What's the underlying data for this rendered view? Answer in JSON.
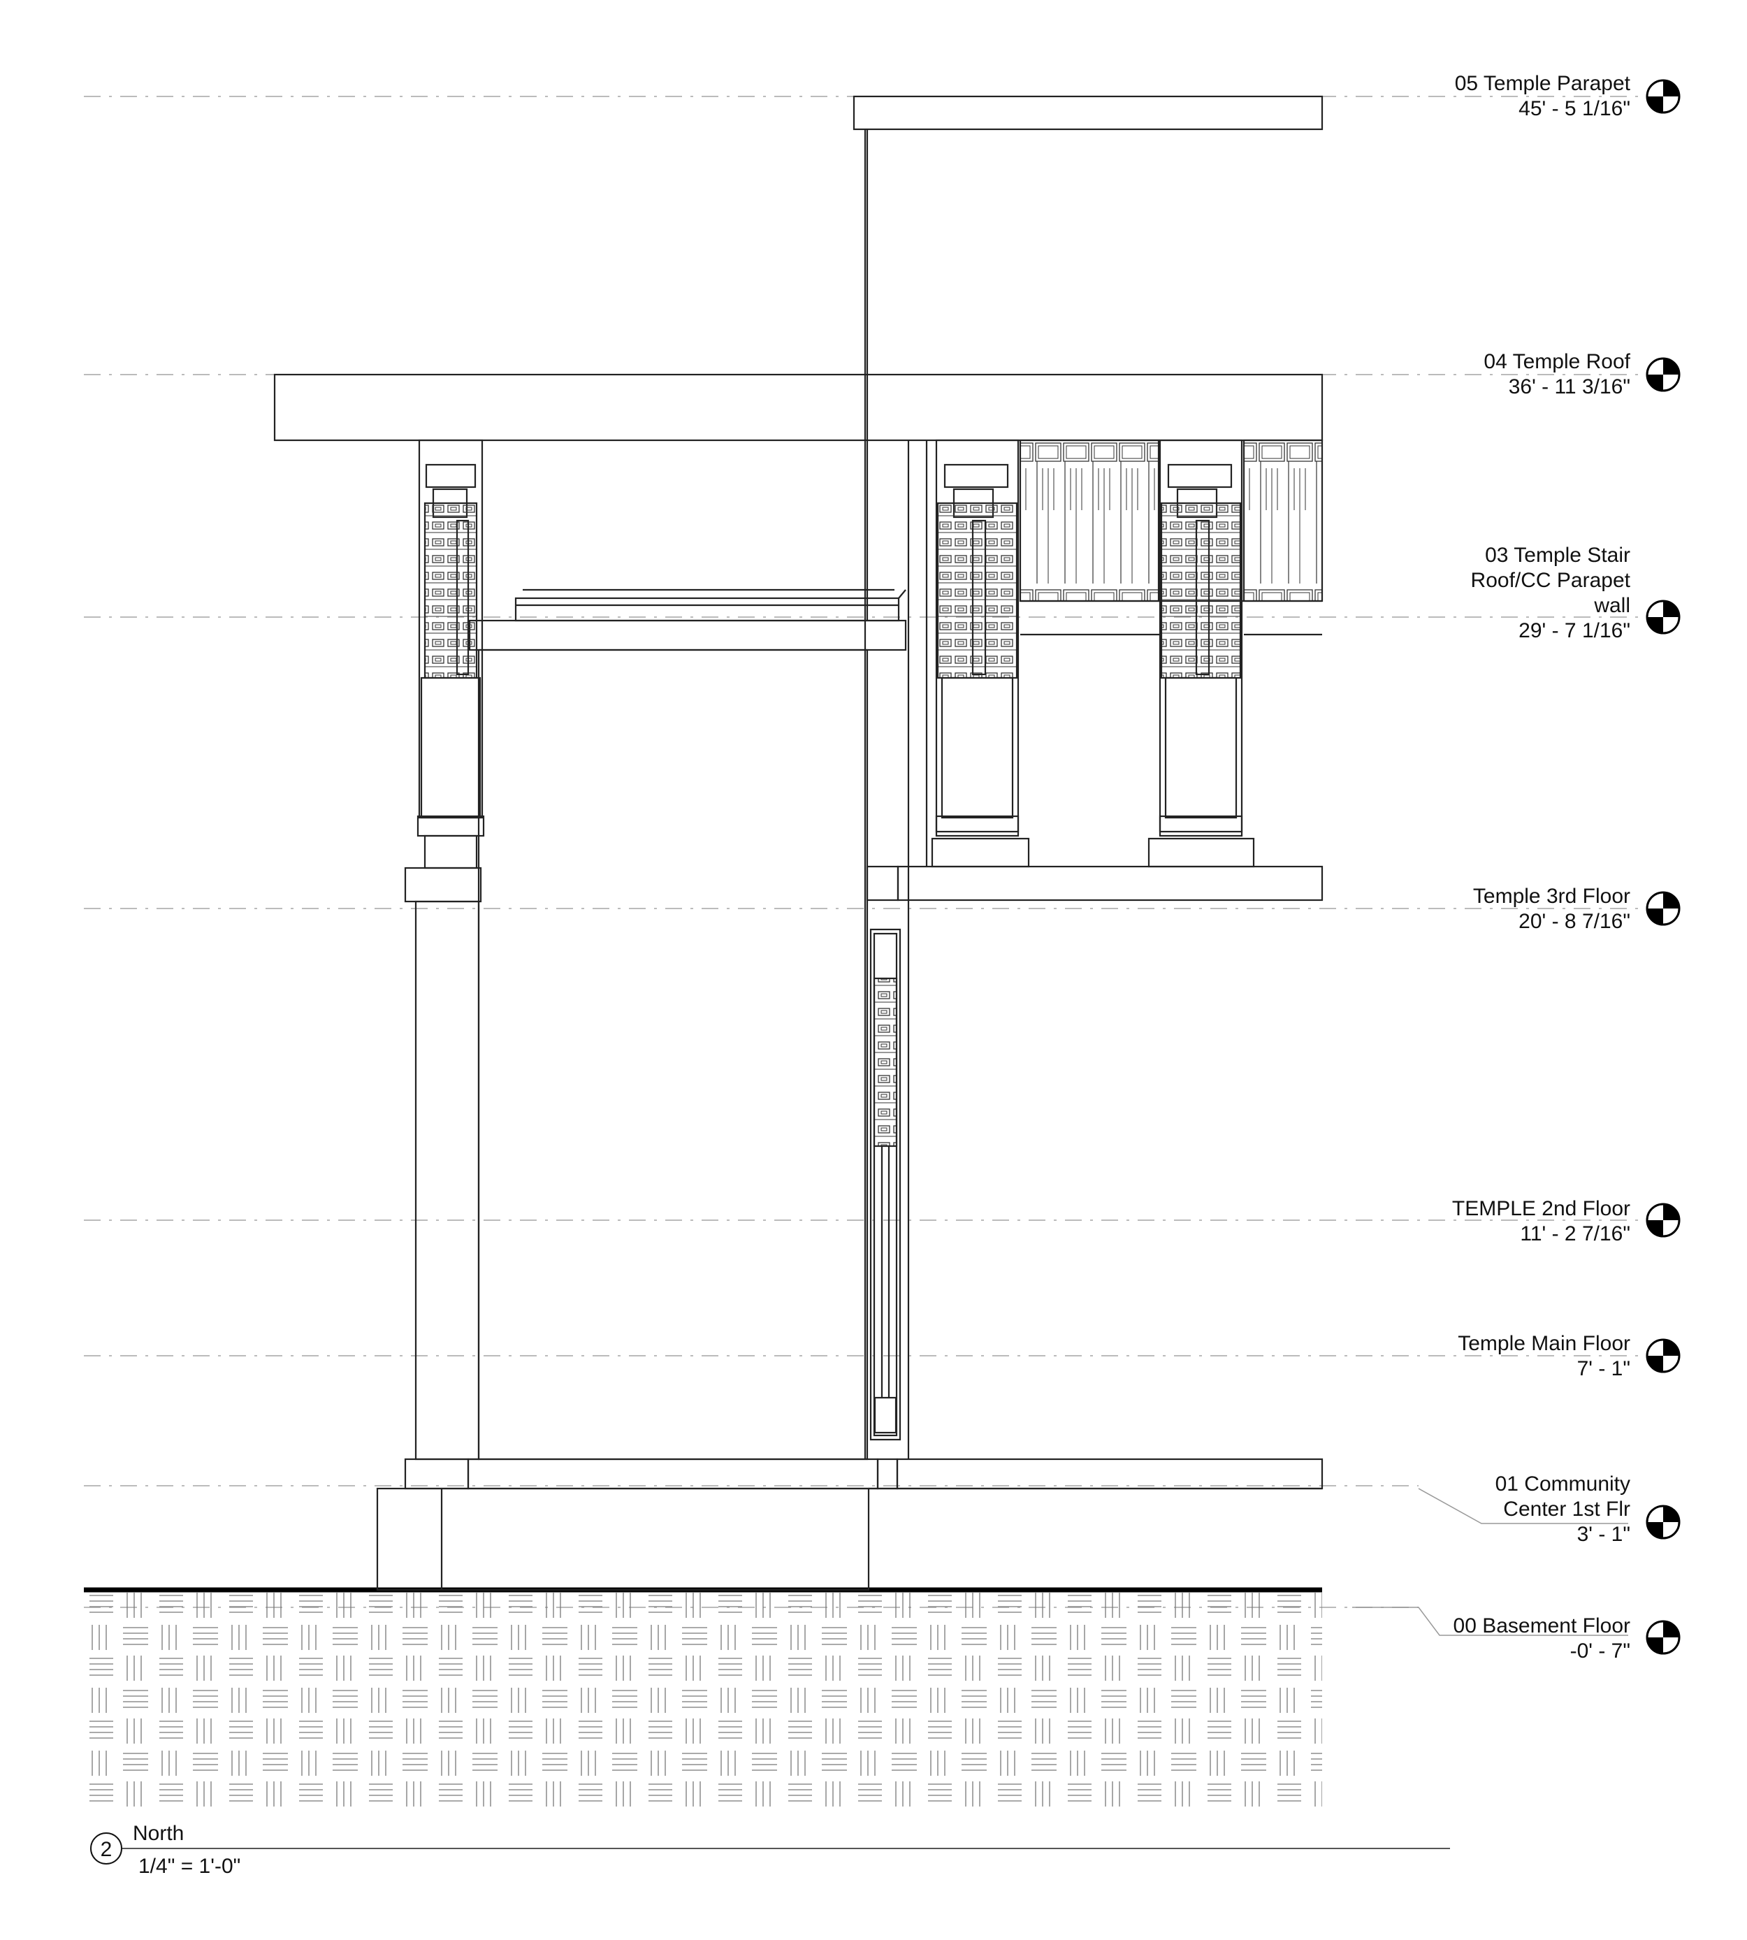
{
  "view": {
    "number": "2",
    "name": "North",
    "scale": "1/4\" = 1'-0\""
  },
  "levels": [
    {
      "id": "temple-parapet",
      "name_lines": [
        "05 Temple Parapet"
      ],
      "elevation": "45' - 5 1/16\""
    },
    {
      "id": "temple-roof",
      "name_lines": [
        "04 Temple Roof"
      ],
      "elevation": "36' - 11 3/16\""
    },
    {
      "id": "temple-stair-roof",
      "name_lines": [
        "03 Temple Stair",
        "Roof/CC Parapet",
        "wall"
      ],
      "elevation": "29' - 7 1/16\""
    },
    {
      "id": "temple-3rd-floor",
      "name_lines": [
        "Temple 3rd Floor"
      ],
      "elevation": "20' - 8 7/16\""
    },
    {
      "id": "temple-2nd-floor",
      "name_lines": [
        "TEMPLE 2nd Floor"
      ],
      "elevation": "11' - 2 7/16\""
    },
    {
      "id": "temple-main-floor",
      "name_lines": [
        "Temple Main Floor"
      ],
      "elevation": "7' - 1\""
    },
    {
      "id": "community-center-1st",
      "name_lines": [
        "01 Community",
        "Center 1st Flr"
      ],
      "elevation": "3' - 1\""
    },
    {
      "id": "basement-floor",
      "name_lines": [
        "00 Basement Floor"
      ],
      "elevation": "-0' - 7\""
    }
  ],
  "icons": {
    "level_marker": "level-datum-icon",
    "view_bubble": "view-number-bubble"
  }
}
